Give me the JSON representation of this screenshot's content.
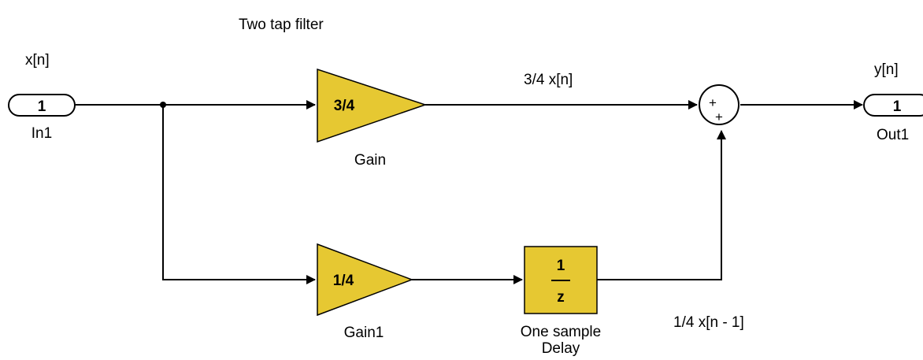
{
  "title": "Two tap filter",
  "signals": {
    "input": "x[n]",
    "output": "y[n]",
    "upper_path": "3/4 x[n]",
    "lower_path": "1/4 x[n - 1]"
  },
  "blocks": {
    "inport": {
      "number": "1",
      "name": "In1"
    },
    "gain": {
      "value": "3/4",
      "name": "Gain"
    },
    "gain1": {
      "value": "1/4",
      "name": "Gain1"
    },
    "delay": {
      "numerator": "1",
      "denominator": "z",
      "name_line1": "One sample",
      "name_line2": "Delay"
    },
    "sum": {
      "sign1": "+",
      "sign2": "+"
    },
    "outport": {
      "number": "1",
      "name": "Out1"
    }
  },
  "colors": {
    "block_fill": "#e6c832",
    "port_fill": "#ffffff",
    "line": "#000000"
  }
}
